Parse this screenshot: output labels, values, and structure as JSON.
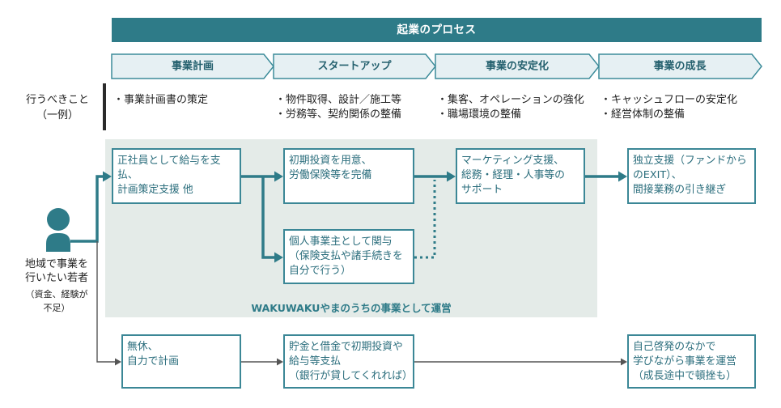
{
  "header": {
    "title": "起業のプロセス"
  },
  "phases": [
    {
      "label": "事業計画"
    },
    {
      "label": "スタートアップ"
    },
    {
      "label": "事業の安定化"
    },
    {
      "label": "事業の成長"
    }
  ],
  "tasks": {
    "label": [
      "行うべきこと",
      "（一例）"
    ],
    "columns": [
      [
        "・事業計画書の策定"
      ],
      [
        "・物件取得、設計／施工等",
        "・労務等、契約関係の整備"
      ],
      [
        "・集客、オペレーションの強化",
        "・職場環境の整備"
      ],
      [
        "・キャッシュフローの安定化",
        "・経営体制の整備"
      ]
    ]
  },
  "actor": {
    "icon": "person-icon",
    "label": [
      "地域で事業を",
      "行いたい若者",
      "（資金、経験が",
      "不足）"
    ]
  },
  "program": {
    "label": "WAKUWAKUやまのうちの事業として運営",
    "boxes": {
      "salary_support": [
        "正社員として給与を支",
        "払、",
        "計画策定支援 他"
      ],
      "initial_investment": [
        "初期投資を用意、",
        "労働保険等を完備"
      ],
      "sole_proprietor": [
        "個人事業主として関与",
        "（保険支払や諸手続きを",
        "自分で行う）"
      ],
      "back_office_support": [
        "マーケティング支援、",
        "総務・経理・人事等の",
        "サポート"
      ]
    }
  },
  "independence": [
    "独立支援（ファンドから",
    "のEXIT）、",
    "間接業務の引き継ぎ"
  ],
  "self_path": {
    "unpaid_planning": [
      "無休、",
      "自力で計画"
    ],
    "self_funding": [
      "貯金と借金で初期投資や",
      "給与等支払",
      "（銀行が貸してくれれば）"
    ],
    "self_learning": [
      "自己啓発のなかで",
      "学びながら事業を運営",
      "（成長途中で頓挫も）"
    ]
  },
  "colors": {
    "teal": "#2e7b88",
    "chevron_fill": "#e6f0f3",
    "panel": "#e4ebe8",
    "box_border": "#3b8796",
    "box_text": "#2a6d7c",
    "gray_line": "#555555"
  }
}
